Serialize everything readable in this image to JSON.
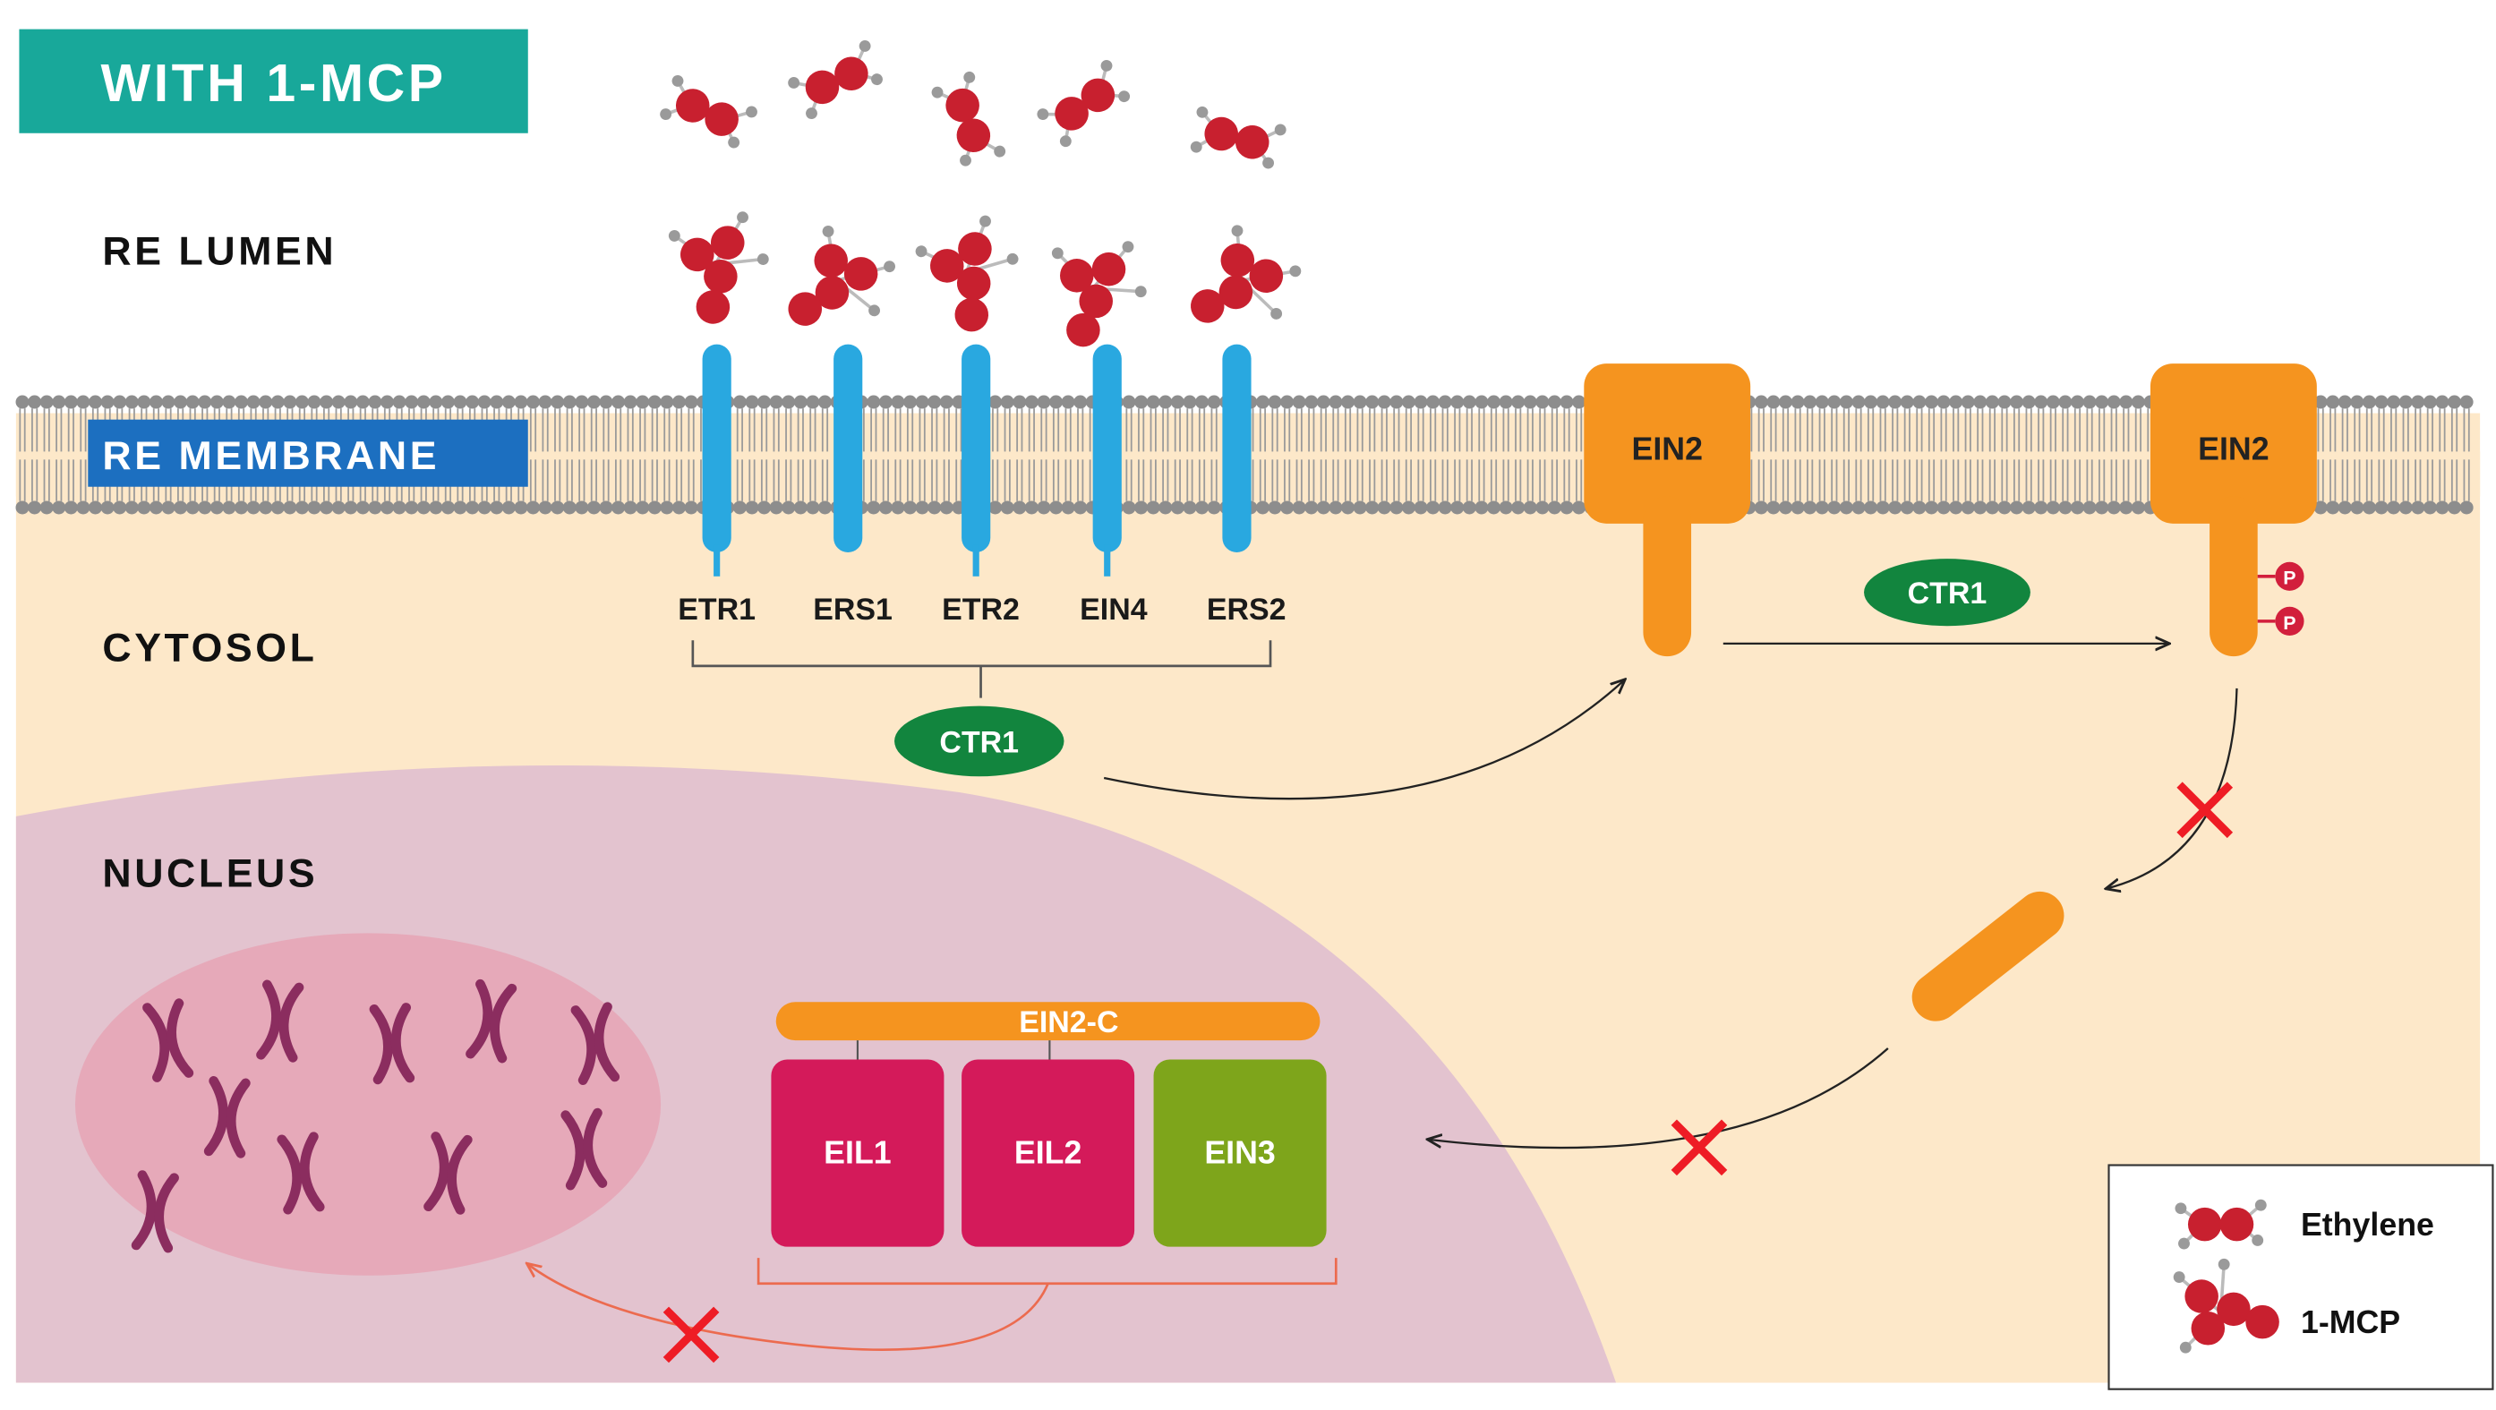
{
  "title": "WITH 1-MCP",
  "regions": {
    "lumen": "RE LUMEN",
    "membrane": "RE MEMBRANE",
    "cytosol": "CYTOSOL",
    "nucleus": "NUCLEUS"
  },
  "receptors": [
    "ETR1",
    "ERS1",
    "ETR2",
    "EIN4",
    "ERS2"
  ],
  "proteins": {
    "ctr1_receptor": "CTR1",
    "ein2_left": "EIN2",
    "ctr1_mid": "CTR1",
    "ein2_right": "EIN2",
    "phospho": "P",
    "ein2c": "EIN2-C",
    "eil1": "EIL1",
    "eil2": "EIL2",
    "ein3": "EIN3"
  },
  "legend": {
    "ethylene": "Ethylene",
    "mcp": "1-MCP"
  },
  "colors": {
    "title_bg": "#18a89a",
    "membrane_label_bg": "#1c6fc0",
    "receptor": "#29a8e0",
    "ein2": "#f5941f",
    "ctr1": "#12853e",
    "phospho": "#d21f3c",
    "eil": "#d41a5a",
    "ein3": "#7ea51b",
    "molecule": "#c8202f",
    "cytosol": "#fde8c9",
    "nucleus": "#e3c3cf",
    "chromatin_area": "#e6a9b9",
    "chromosome": "#8b2d5f",
    "block_x": "#ee1c25"
  }
}
